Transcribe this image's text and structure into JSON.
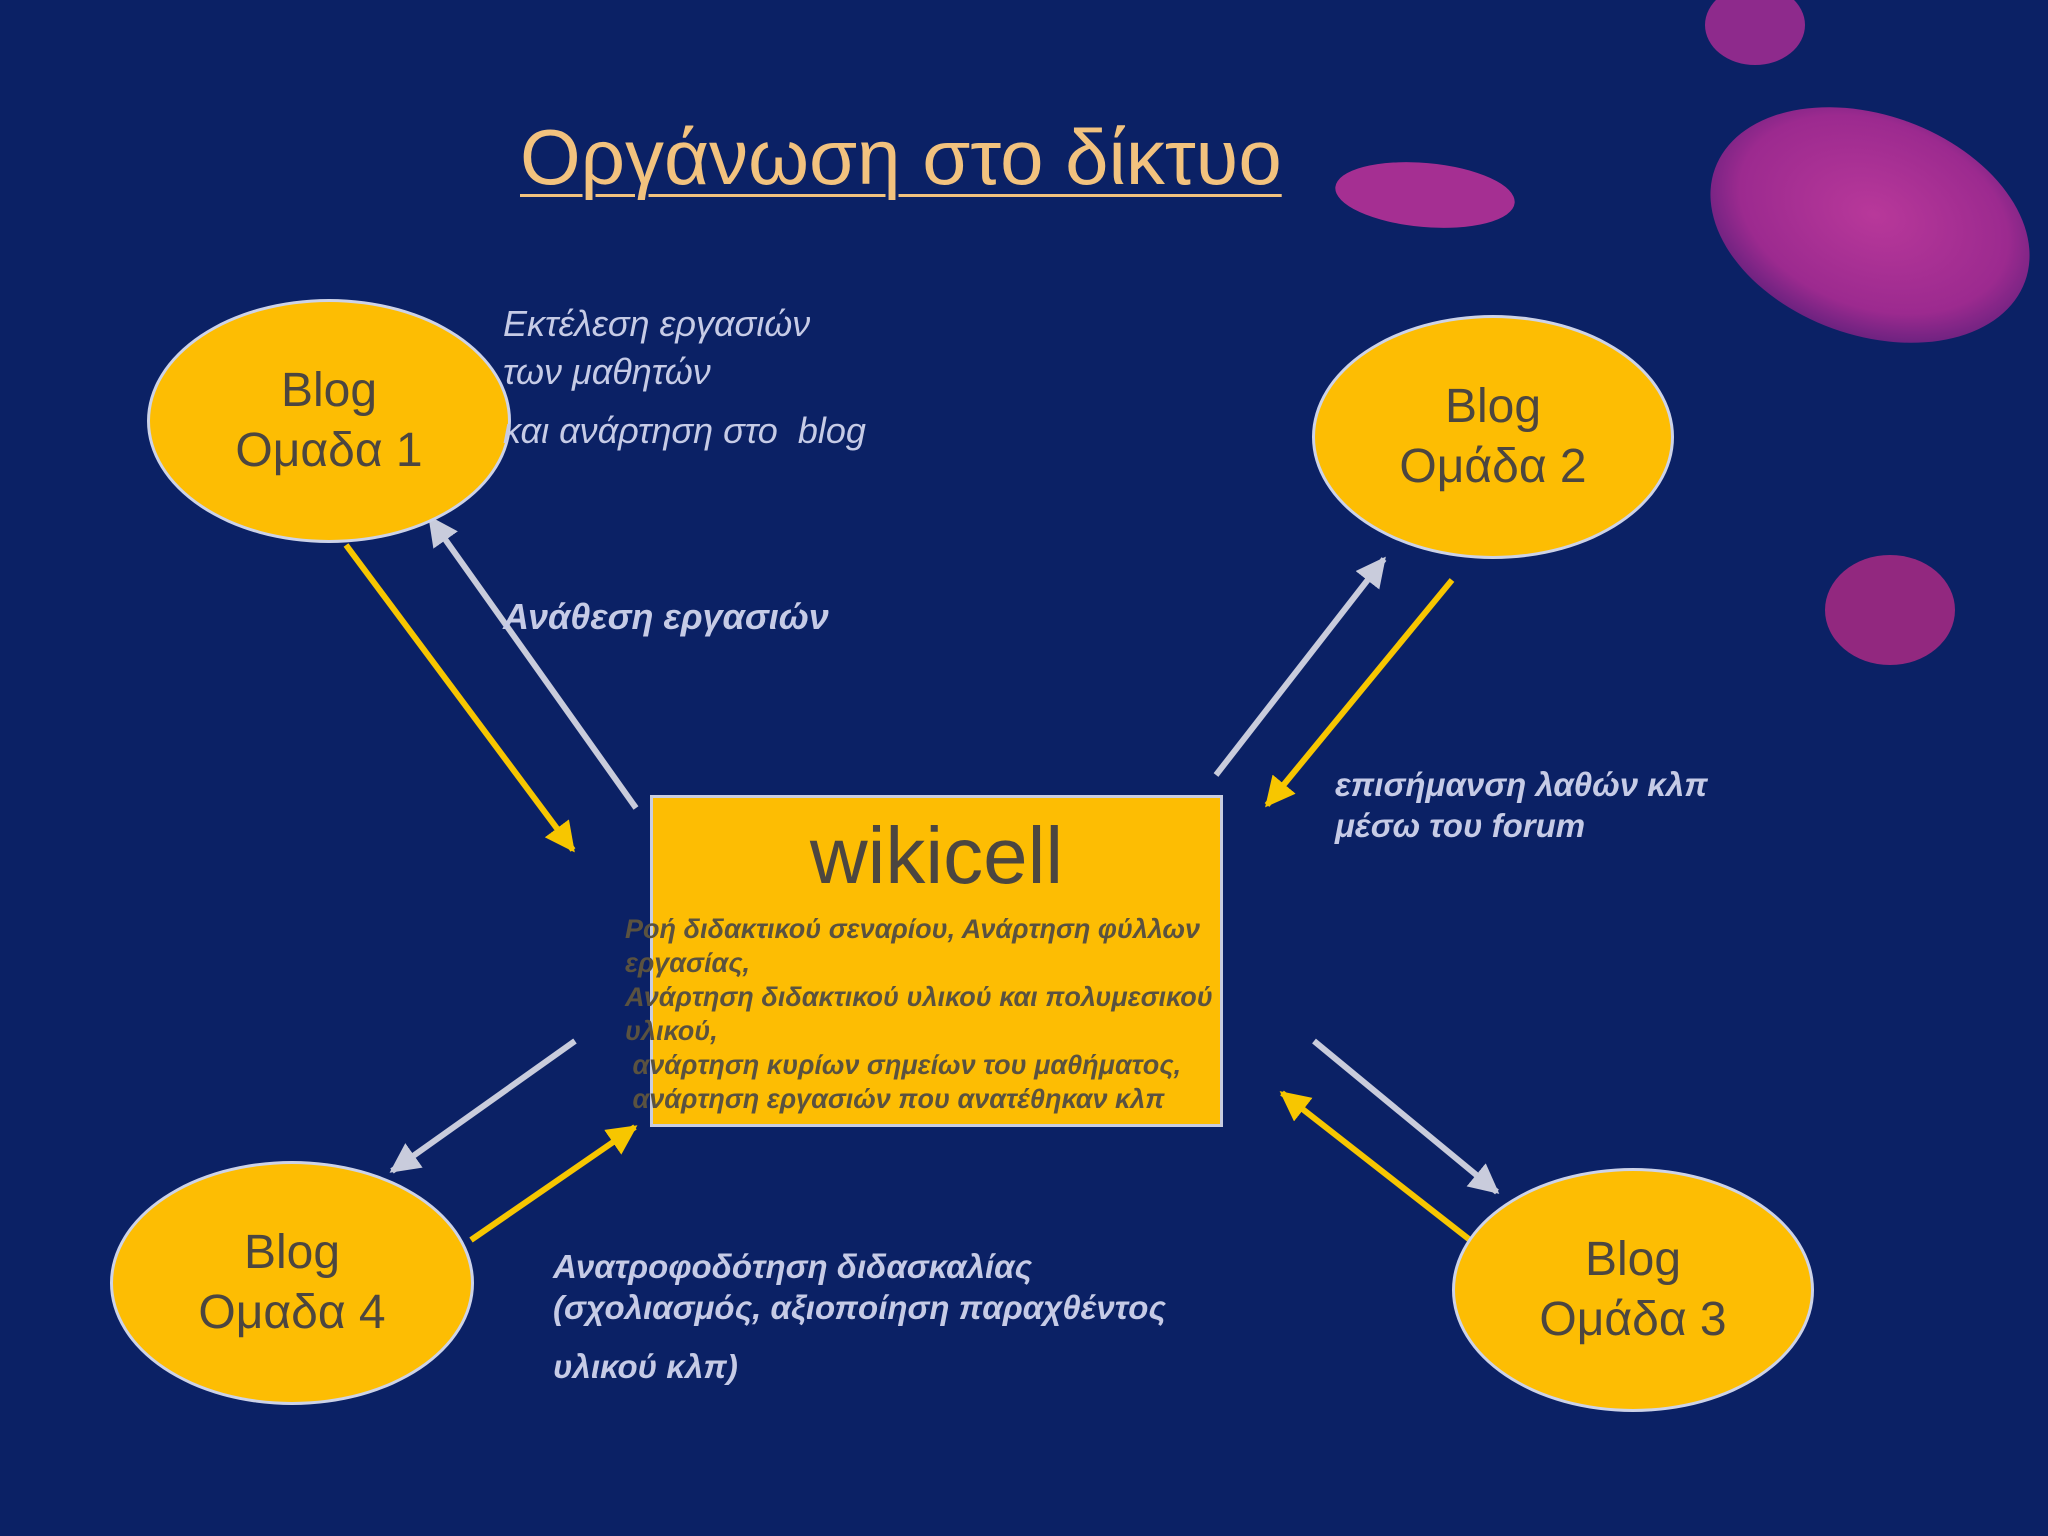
{
  "title": "Οργάνωση στο δίκτυο",
  "center": {
    "title": "wikicell",
    "desc": "Ροή διδακτικού σεναρίου, Ανάρτηση φύλλων\nεργασίας,\nΑνάρτηση διδακτικού υλικού και πολυμεσικού\nυλικού,\n ανάρτηση κυρίων σημείων του μαθήματος,\n ανάρτηση εργασιών που ανατέθηκαν κλπ"
  },
  "nodes": {
    "group1": {
      "line1": "Blog",
      "line2": "Ομαδα 1"
    },
    "group2": {
      "line1": "Blog",
      "line2": "Ομάδα 2"
    },
    "group3": {
      "line1": "Blog",
      "line2": "Ομάδα 3"
    },
    "group4": {
      "line1": "Blog",
      "line2": "Ομαδα 4"
    }
  },
  "labels": {
    "execution_line1": "Εκτέλεση εργασιών",
    "execution_line2": "των μαθητών",
    "execution_line3": "και ανάρτηση στο  blog",
    "assignment": "Ανάθεση εργασιών",
    "errors_line1": "επισήμανση λαθών κλπ",
    "errors_line2": "μέσω του forum",
    "feedback_line1": "Ανατροφοδότηση διδασκαλίας",
    "feedback_line2": "(σχολιασμός, αξιοποίηση παραχθέντος",
    "feedback_line3": "υλικού κλπ)"
  },
  "colors": {
    "background": "#0b2165",
    "node_fill": "#fdbd03",
    "yellow_arrow": "#f7c600",
    "white_arrow": "#c9ccdc",
    "title": "#f2c27e",
    "decor": "#a42c8e"
  }
}
